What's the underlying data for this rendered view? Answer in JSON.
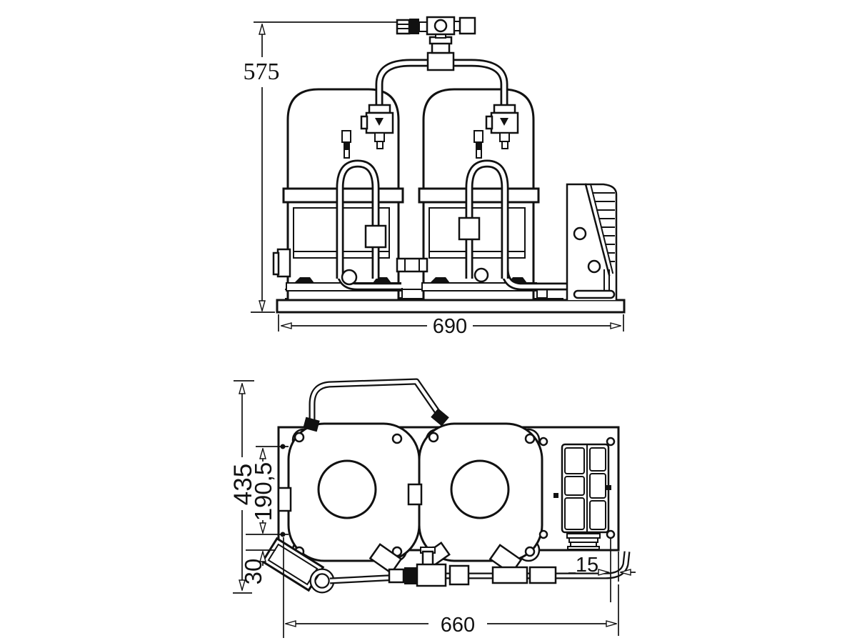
{
  "drawing": {
    "background": "#ffffff",
    "ink": "#111111",
    "views": {
      "front": {
        "label": "front elevation of tandem compressor unit"
      },
      "plan": {
        "label": "top plan of tandem compressor unit"
      }
    },
    "dimensions": {
      "overall_height": "575",
      "base_length": "690",
      "overall_depth": "435",
      "hole_pitch_depth": "190,5",
      "hole_front_offset": "30",
      "hole_side_offset": "15",
      "hole_pitch_length": "660"
    }
  }
}
